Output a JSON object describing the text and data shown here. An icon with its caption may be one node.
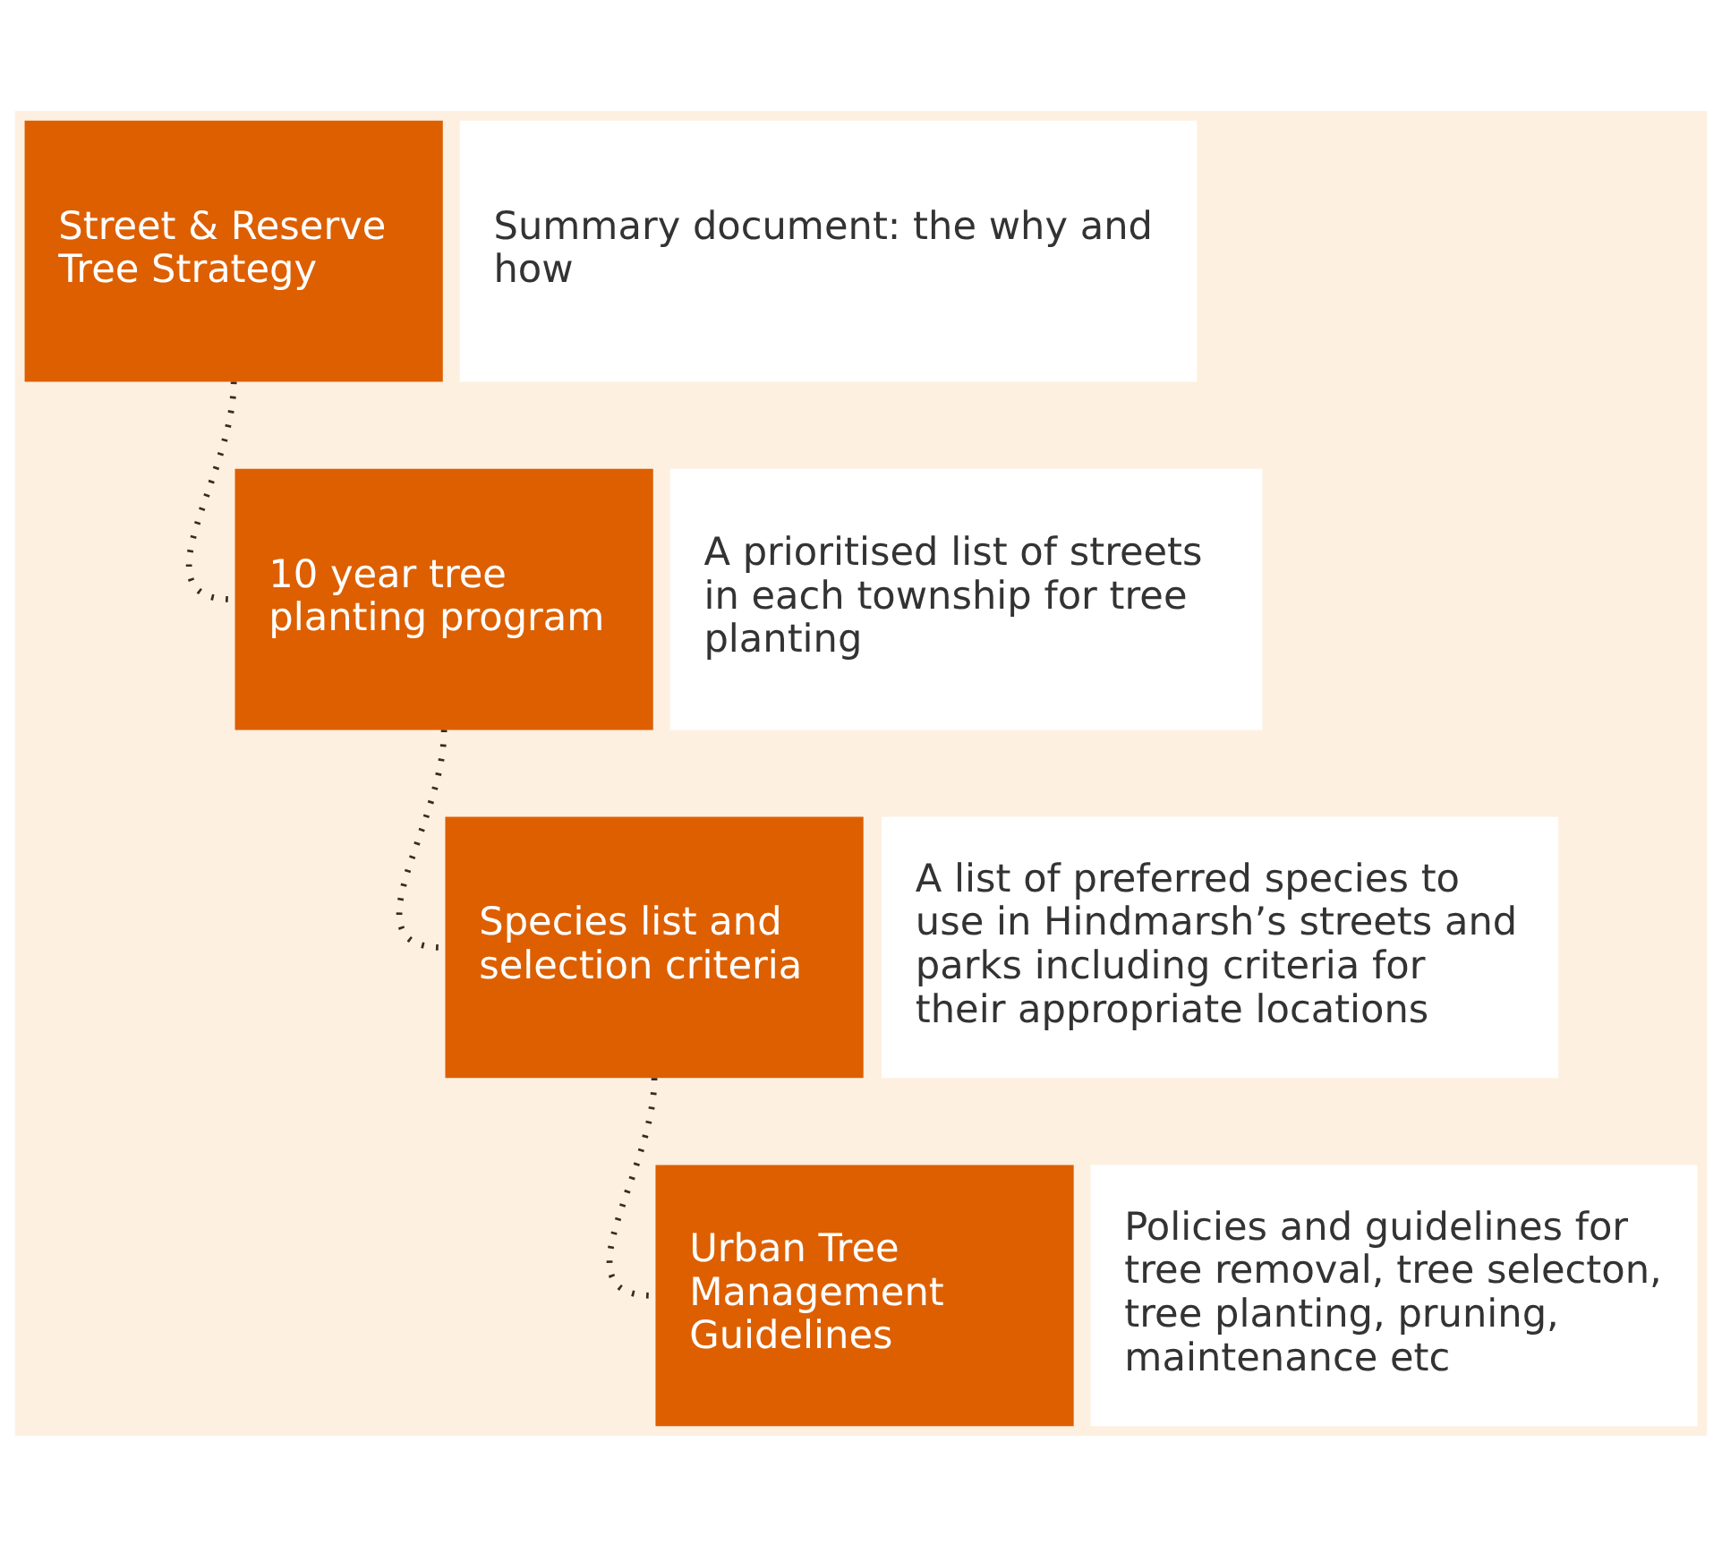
{
  "diagram": {
    "nodes": [
      {
        "text": [
          "Street & Reserve Tree Strategy"
        ]
      },
      {
        "text": [
          "Summary document: the why and how"
        ]
      },
      {
        "text": [
          "10 year tree planting program"
        ]
      },
      {
        "text": [
          "A prioritised list of streets in each township for tree planting"
        ]
      },
      {
        "text": [
          "Species list and selection criteria"
        ]
      },
      {
        "text": [
          "A list of preferred species to use in Hindmarsh’s streets and parks including criteria for their appropriate locations"
        ]
      },
      {
        "text": [
          "Urban Tree Management Guidelines"
        ]
      },
      {
        "text": [
          "Policies and guidelines for tree removal, tree selecton, tree planting, pruning, maintenance etc"
        ]
      }
    ],
    "edges": [
      {
        "from": 0,
        "to": 2,
        "arrow": "none",
        "style": "dashed"
      },
      {
        "from": 2,
        "to": 4,
        "arrow": "none",
        "style": "dashed"
      },
      {
        "from": 4,
        "to": 6,
        "arrow": "none",
        "style": "dashed"
      }
    ]
  }
}
